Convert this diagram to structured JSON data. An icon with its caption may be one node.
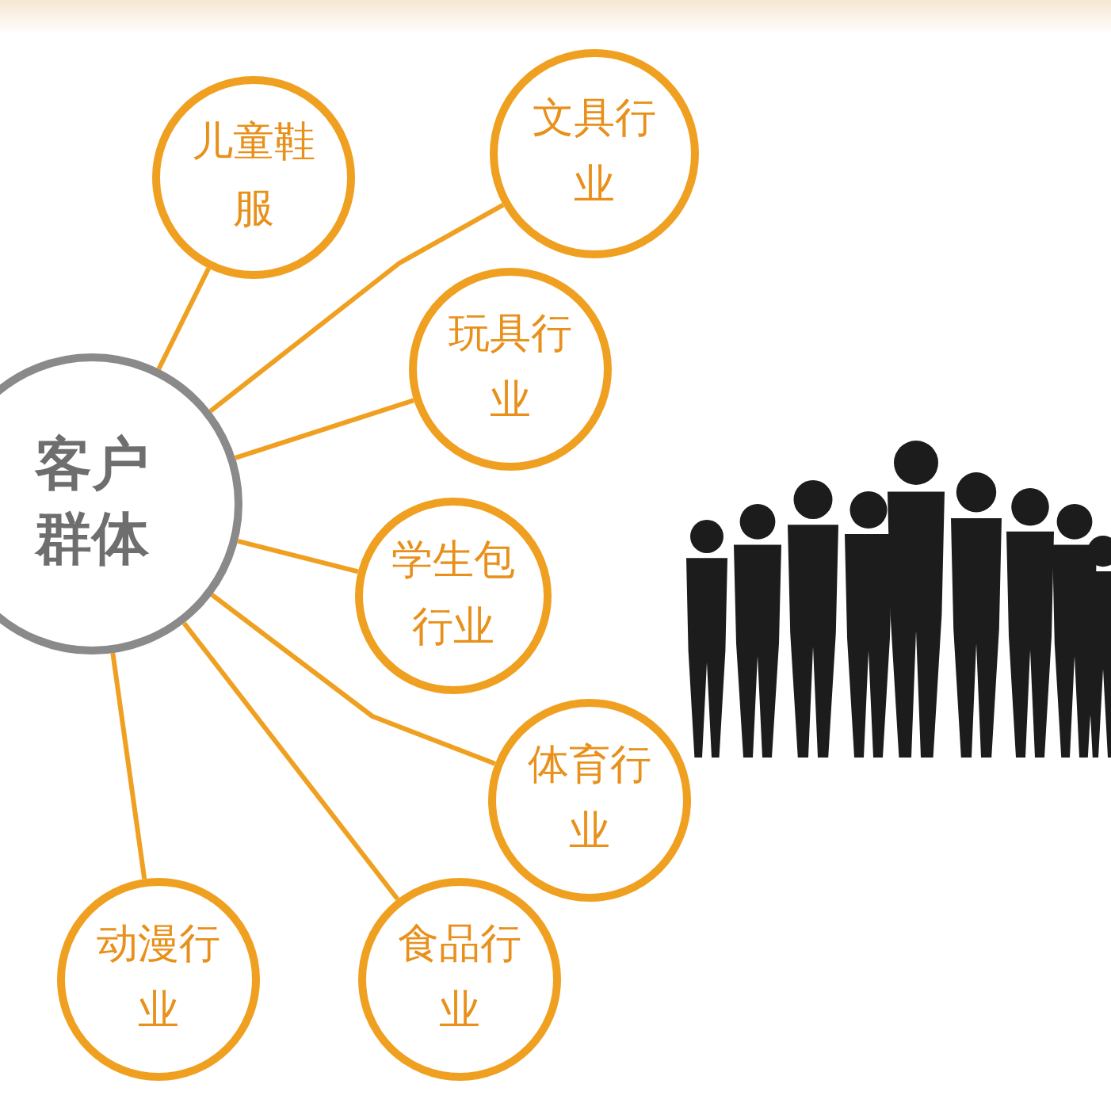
{
  "diagram": {
    "nodes": [
      {
        "text": [
          "客户群体"
        ]
      },
      {
        "text": [
          "儿童鞋服"
        ]
      },
      {
        "text": [
          "文具行业"
        ]
      },
      {
        "text": [
          "玩具行业"
        ]
      },
      {
        "text": [
          "学生包行业"
        ]
      },
      {
        "text": [
          "体育行业"
        ]
      },
      {
        "text": [
          "食品行业"
        ]
      },
      {
        "text": [
          "动漫行业"
        ]
      }
    ],
    "edges": [
      {
        "from": 0,
        "to": 1,
        "arrow": "none"
      },
      {
        "from": 0,
        "to": 2,
        "arrow": "none"
      },
      {
        "from": 0,
        "to": 3,
        "arrow": "none"
      },
      {
        "from": 0,
        "to": 4,
        "arrow": "none"
      },
      {
        "from": 0,
        "to": 5,
        "arrow": "none"
      },
      {
        "from": 0,
        "to": 6,
        "arrow": "none"
      },
      {
        "from": 0,
        "to": 7,
        "arrow": "none"
      }
    ]
  }
}
